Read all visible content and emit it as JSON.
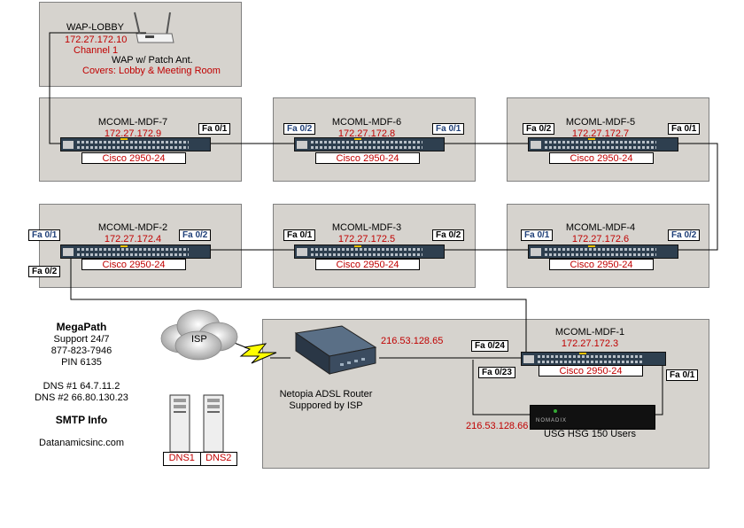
{
  "wap": {
    "name": "WAP-LOBBY",
    "ip": "172.27.172.10",
    "channel": "Channel 1",
    "device": "WAP w/ Patch Ant.",
    "coverage": "Covers: Lobby & Meeting Room"
  },
  "switches": {
    "mdf7": {
      "name": "MCOML-MDF-7",
      "ip": "172.27.172.9",
      "model": "Cisco 2950-24",
      "ports": [
        "Fa 0/1"
      ]
    },
    "mdf6": {
      "name": "MCOML-MDF-6",
      "ip": "172.27.172.8",
      "model": "Cisco 2950-24",
      "ports": [
        "Fa 0/2",
        "Fa 0/1"
      ]
    },
    "mdf5": {
      "name": "MCOML-MDF-5",
      "ip": "172.27.172.7",
      "model": "Cisco 2950-24",
      "ports": [
        "Fa 0/2",
        "Fa 0/1"
      ]
    },
    "mdf2": {
      "name": "MCOML-MDF-2",
      "ip": "172.27.172.4",
      "model": "Cisco 2950-24",
      "ports": [
        "Fa 0/1",
        "Fa 0/2",
        "Fa 0/2"
      ]
    },
    "mdf3": {
      "name": "MCOML-MDF-3",
      "ip": "172.27.172.5",
      "model": "Cisco 2950-24",
      "ports": [
        "Fa 0/1",
        "Fa 0/2"
      ]
    },
    "mdf4": {
      "name": "MCOML-MDF-4",
      "ip": "172.27.172.6",
      "model": "Cisco 2950-24",
      "ports": [
        "Fa 0/1",
        "Fa 0/2"
      ]
    },
    "mdf1": {
      "name": "MCOML-MDF-1",
      "ip": "172.27.172.3",
      "model": "Cisco 2950-24",
      "ports": [
        "Fa 0/24",
        "Fa 0/23",
        "Fa 0/1"
      ]
    }
  },
  "isp": {
    "label": "ISP"
  },
  "router": {
    "ip": "216.53.128.65",
    "name": "Netopia ADSL Router",
    "support": "Suppored by ISP"
  },
  "firewall": {
    "ip": "216.53.128.66",
    "label": "USG HSG 150 Users",
    "brand": "NOMADIX"
  },
  "megapath": {
    "title": "MegaPath",
    "support": "Support 24/7",
    "phone": "877-823-7946",
    "pin": "PIN 6135",
    "dns1": "DNS #1 64.7.11.2",
    "dns2": "DNS #2 66.80.130.23"
  },
  "smtp": {
    "title": "SMTP Info",
    "host": "Datanamicsinc.com"
  },
  "dns_servers": [
    "DNS1",
    "DNS2"
  ]
}
